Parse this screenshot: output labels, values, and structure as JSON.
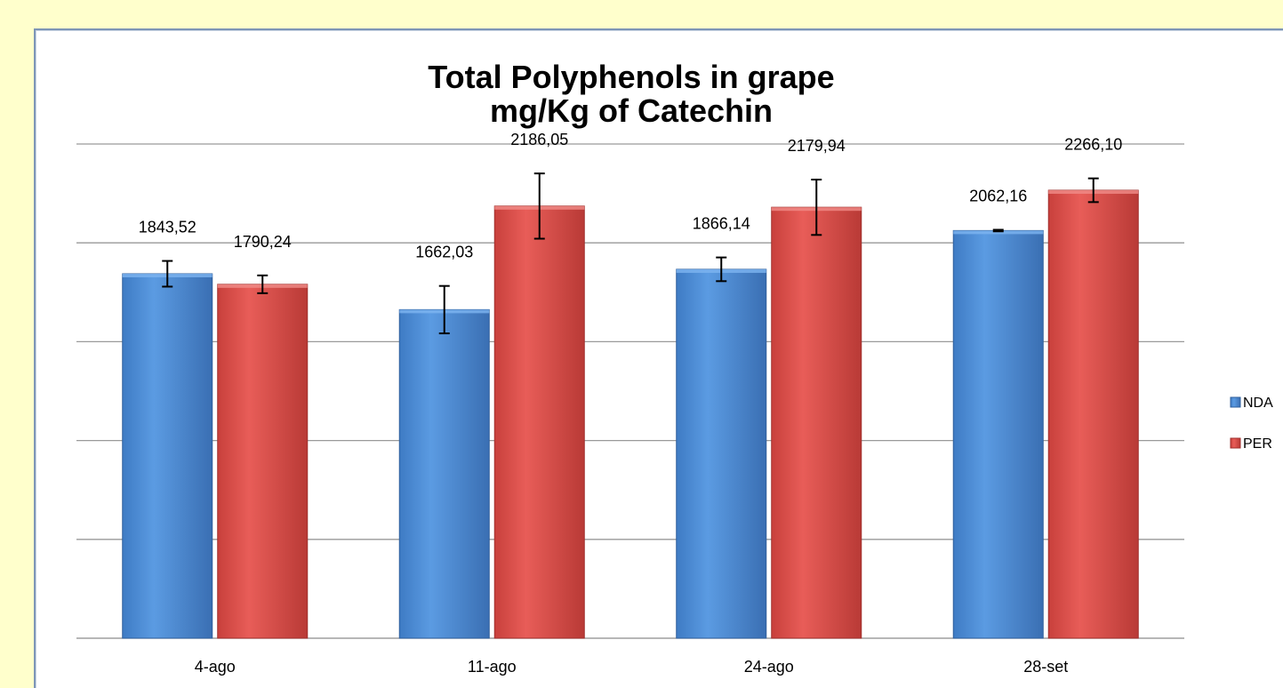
{
  "chart_data": {
    "type": "bar",
    "title": "Total Polyphenols in grape",
    "subtitle": "mg/Kg of Catechin",
    "categories": [
      "4-ago",
      "11-ago",
      "24-ago",
      "28-set"
    ],
    "series": [
      {
        "name": "NDA",
        "color": "#4F8FD8",
        "values": [
          1843.52,
          1662.03,
          1866.14,
          2062.16
        ],
        "labels": [
          "1843,52",
          "1662,03",
          "1866,14",
          "2062,16"
        ],
        "errors": [
          65,
          120,
          60,
          4
        ]
      },
      {
        "name": "PER",
        "color": "#D9534F",
        "values": [
          1790.24,
          2186.05,
          2179.94,
          2266.1
        ],
        "labels": [
          "1790,24",
          "2186,05",
          "2179,94",
          "2266,10"
        ],
        "errors": [
          45,
          165,
          140,
          60
        ]
      }
    ],
    "ylim": [
      0,
      2500
    ],
    "ytick_step": 500,
    "grid": true,
    "legend_position": "right"
  }
}
